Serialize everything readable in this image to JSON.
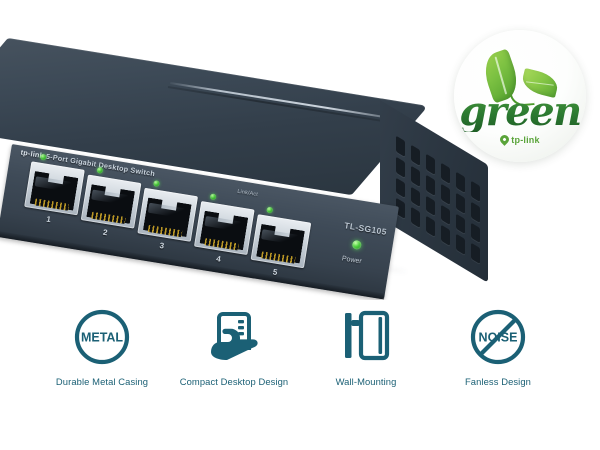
{
  "page": {
    "background_color": "#ffffff",
    "accent_color": "#1b6075",
    "brand_green": "#5aa43a"
  },
  "product": {
    "brand": "tp-link",
    "front_panel_title": "5-Port Gigabit Desktop Switch",
    "model": "TL-SG105",
    "link_act_label": "Link/Act",
    "power_label": "Power",
    "casing_color": "#3d4a57",
    "led_color": "#46c23a",
    "ports": [
      {
        "number": "1"
      },
      {
        "number": "2"
      },
      {
        "number": "3"
      },
      {
        "number": "4"
      },
      {
        "number": "5"
      }
    ]
  },
  "green_badge": {
    "word": "green",
    "sub_brand": "tp-link",
    "leaf_color": "#7cc142",
    "word_color": "#2c7a31"
  },
  "features": [
    {
      "icon": "metal-circle-icon",
      "icon_text": "METAL",
      "label": "Durable Metal Casing"
    },
    {
      "icon": "hand-holding-device-icon",
      "icon_text": "",
      "label": "Compact Desktop Design"
    },
    {
      "icon": "wall-mount-icon",
      "icon_text": "",
      "label": "Wall-Mounting"
    },
    {
      "icon": "no-noise-icon",
      "icon_text": "NOISE",
      "label": "Fanless Design"
    }
  ]
}
